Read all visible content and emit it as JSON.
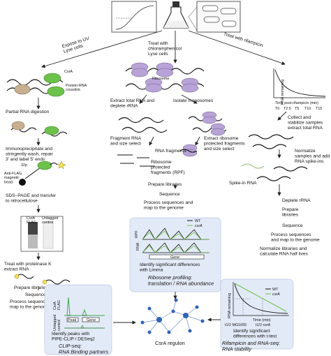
{
  "top": {
    "expose_uv": "Expose to UV\nLyse cells",
    "treat_chlor": "Treat with\nchloramphenicol\nLyse cells",
    "treat_rif": "Treat with rifampicin"
  },
  "left": {
    "csra": "CsrA",
    "crosslink": "Protein-RNA\ncrosslink",
    "partial_digestion": "Partial RNA digestion",
    "immuno": "Immunoprecipitate and\nstringently wash, repair\n3' and label 5' ends",
    "p32": "32p",
    "anti_flag": "Anti-FLAG\nmagnetic\nbead",
    "sds": "SDS–PAGE and transfer\nto nitrocellulose",
    "gel_col1": "CsrA\nFLAG",
    "gel_col2": "Untagged\ncontrol",
    "proteinase": "Treat with proteinase K\nextract RNA",
    "prepare": "Prepare libraries",
    "sequence": "Sequence",
    "process": "Process sequences and\nmap to the genome",
    "track_top": "CsrA\nFLAG",
    "track_bottom": "Untagged\ncontrol",
    "peak": "Peak",
    "gene": "Gene",
    "identify": "Identify peaks with\nPIPE-CLIP / DESeq2",
    "box_title": "CLIP-seq:\nRNA Binding partners"
  },
  "middle": {
    "ribosome": "Ribosome",
    "extract_total": "Extract total RNA and\ndeplete rRNA",
    "isolate": "Isolate monosomes",
    "fragment": "Fragment RNA\nand size select",
    "rna_fragments": "RNA fragments",
    "extract_rpf": "Extract ribosome\nprotected fragments\nand size select",
    "rpf_label": "Ribosome\nprotected\nfragments (RPF)",
    "prepare": "Prepare libraries",
    "sequence": "Sequence",
    "process": "Process sequences and\nmap to the genome",
    "legend_wt": "WT",
    "legend_csra": "csrA",
    "track_rpf": "RPF",
    "track_rna": "RNA",
    "gene": "Gene",
    "identify": "Identify significant differences\nwith Limma",
    "box_title": "Ribosome profiling:\ntranslation / RNA abundance"
  },
  "right": {
    "ylabel": "RNA remaining",
    "xlabel": "Time post-rifampicin (min)",
    "t0": "T0",
    "t25": "T2.5",
    "t5": "T5",
    "t10": "T10",
    "t15": "T15",
    "collect": "Collect and\nstabilize samples\nextract total RNA",
    "normalize": "Normalize\nsamples and add\nRNA spike-ins",
    "spike": "Spike-in RNA",
    "deplete": "Deplete rRNA",
    "prepare": "Prepare\nlibraries",
    "sequence": "Sequence",
    "process": "Process sequences\nand map to the genome",
    "normalize2": "Normalize libraries and\ncalculate RNA half lives",
    "legend_wt": "WT",
    "legend_csra": "csrA",
    "chart_ylabel": "RNA remaining",
    "chart_xlabel": "Time (min)",
    "half1": "t1/2 MG1655",
    "half2": "t1/2 csrA",
    "identify": "Identify significant\ndifferences with t-test",
    "box_title": "Rifampicin and RNA-seq:\nRNA stability"
  },
  "center": {
    "regulon": "CsrA regulon"
  },
  "colors": {
    "green": "#6cc24a",
    "purple": "#b8a3d6",
    "tan": "#c7b091",
    "yellow": "#f2e15a",
    "peak_green": "#3aa64c",
    "box_fill": "#e3eaf7",
    "node_blue": "#2e63b8"
  }
}
